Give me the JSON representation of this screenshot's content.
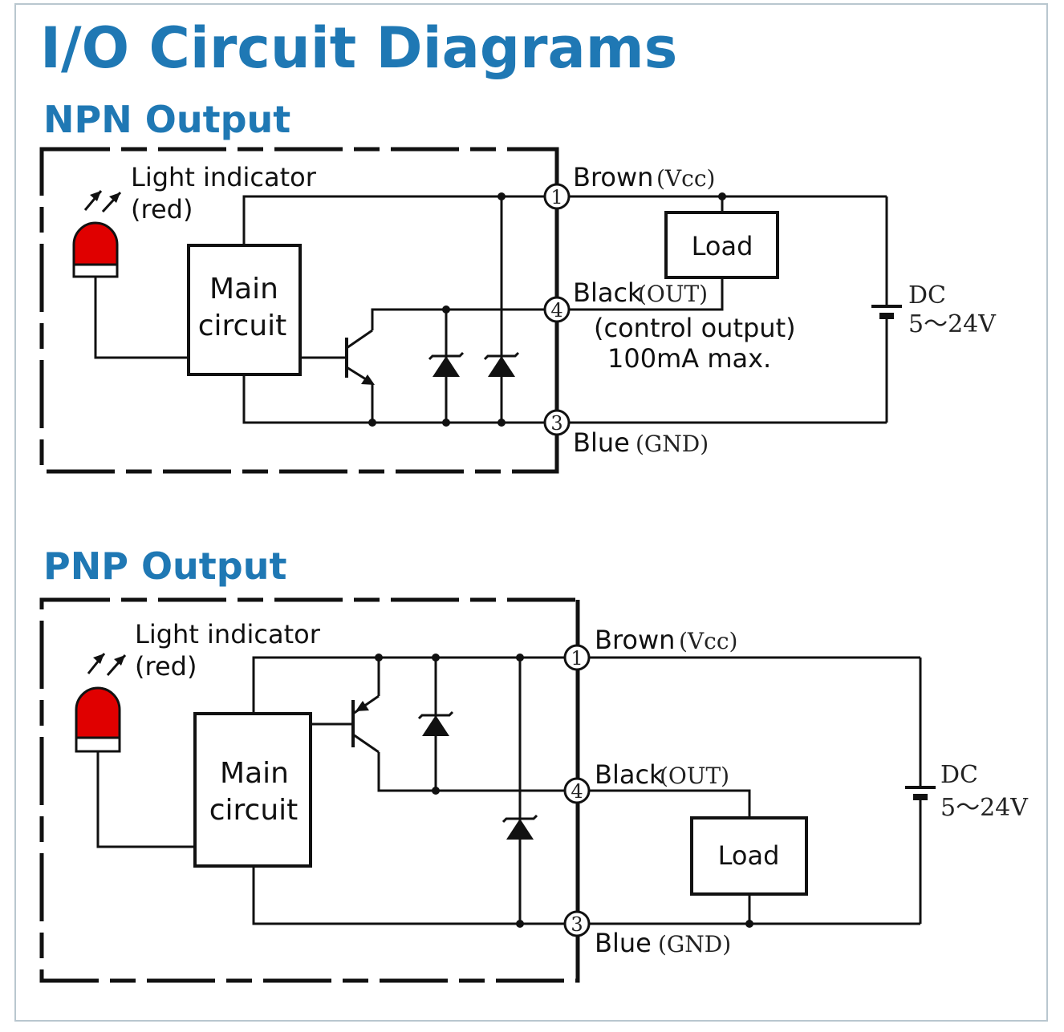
{
  "title": "I/O Circuit Diagrams",
  "npn": {
    "heading": "NPN Output",
    "indicator_line1": "Light indicator",
    "indicator_line2": "(red)",
    "main_line1": "Main",
    "main_line2": "circuit",
    "brown": "Brown",
    "vcc": "(Vcc)",
    "black": "Black",
    "out": "(OUT)",
    "blue": "Blue",
    "gnd": "(GND)",
    "load": "Load",
    "control_line1": "(control output)",
    "control_line2": "100mA max.",
    "dc": "DC",
    "voltage": "5～24V",
    "terminal_1": "1",
    "terminal_4": "4",
    "terminal_3": "3"
  },
  "pnp": {
    "heading": "PNP Output",
    "indicator_line1": "Light indicator",
    "indicator_line2": "(red)",
    "main_line1": "Main",
    "main_line2": "circuit",
    "brown": "Brown",
    "vcc": "(Vcc)",
    "black": "Black",
    "out": "(OUT)",
    "blue": "Blue",
    "gnd": "(GND)",
    "load": "Load",
    "dc": "DC",
    "voltage": "5～24V",
    "terminal_1": "1",
    "terminal_4": "4",
    "terminal_3": "3"
  },
  "colors": {
    "title": "#1f78b4",
    "indicator": "#e00000",
    "line": "#111111",
    "frame": "#b9c7cf"
  }
}
